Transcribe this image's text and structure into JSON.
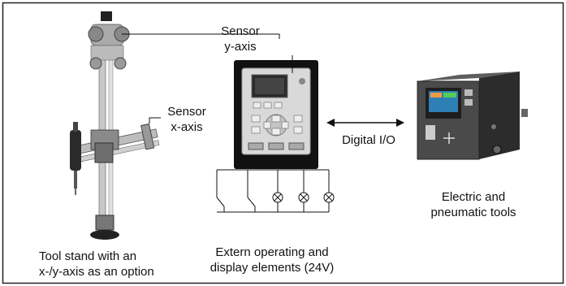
{
  "labels": {
    "sensor_y_line1": "Sensor",
    "sensor_y_line2": "y-axis",
    "sensor_x_line1": "Sensor",
    "sensor_x_line2": "x-axis",
    "digital_io": "Digital I/O",
    "tools_line1": "Electric and",
    "tools_line2": "pneumatic tools",
    "extern_line1": "Extern operating and",
    "extern_line2": "display elements (24V)",
    "stand_line1": "Tool stand with an",
    "stand_line2": "x-/y-axis as an option"
  },
  "colors": {
    "controller_body": "#111111",
    "controller_panel": "#d9d9d9",
    "tool_box": "#4a4a4a",
    "tool_screen": "#2e7fb3"
  }
}
